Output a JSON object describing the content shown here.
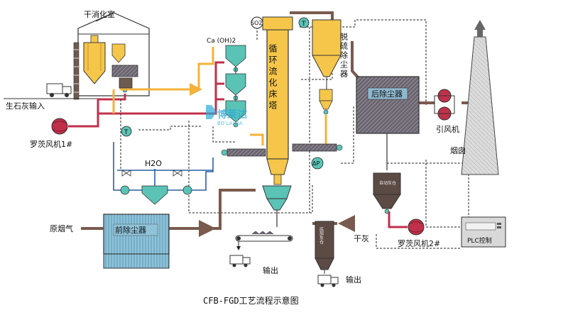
{
  "labels": {
    "drying_room": "干消化室",
    "lime_input": "生石灰输入",
    "roots_fan_1": "罗茨风机1#",
    "raw_flue_gas": "原烟气",
    "front_dust_collector": "前除尘器",
    "output_left": "输出",
    "output_right": "输出",
    "ca_oh2": "Ca (OH)2",
    "so2": "SO2",
    "t_marker": "T",
    "h2o": "H2O",
    "cfb_tower": "循环流化床塔",
    "desulf_dust": "脱硫除尘器",
    "rear_dust_collector": "后除尘器",
    "induced_fan": "引风机",
    "chimney": "烟囱",
    "ap_marker": "ΔP",
    "auto_silo": "自动灰仓",
    "bottom_silo": "底部灰仓",
    "dry_ash": "干灰",
    "roots_fan_2": "罗茨风机2#",
    "plc": "PLC控制",
    "caption": "CFB-FGD工艺流程示意图",
    "watermark": "博莱达",
    "watermark_sub": "BO LAI DA"
  },
  "colors": {
    "flue_gas_line": "#7a5a4e",
    "air_line": "#c0304a",
    "lime_line": "#f3b23a",
    "water_line": "#2a5fa0",
    "equipment_yellow": "#f5c64a",
    "equipment_teal": "#5ac3b5",
    "dust_collector": "#8fb8cf",
    "signal_line": "#222222"
  }
}
